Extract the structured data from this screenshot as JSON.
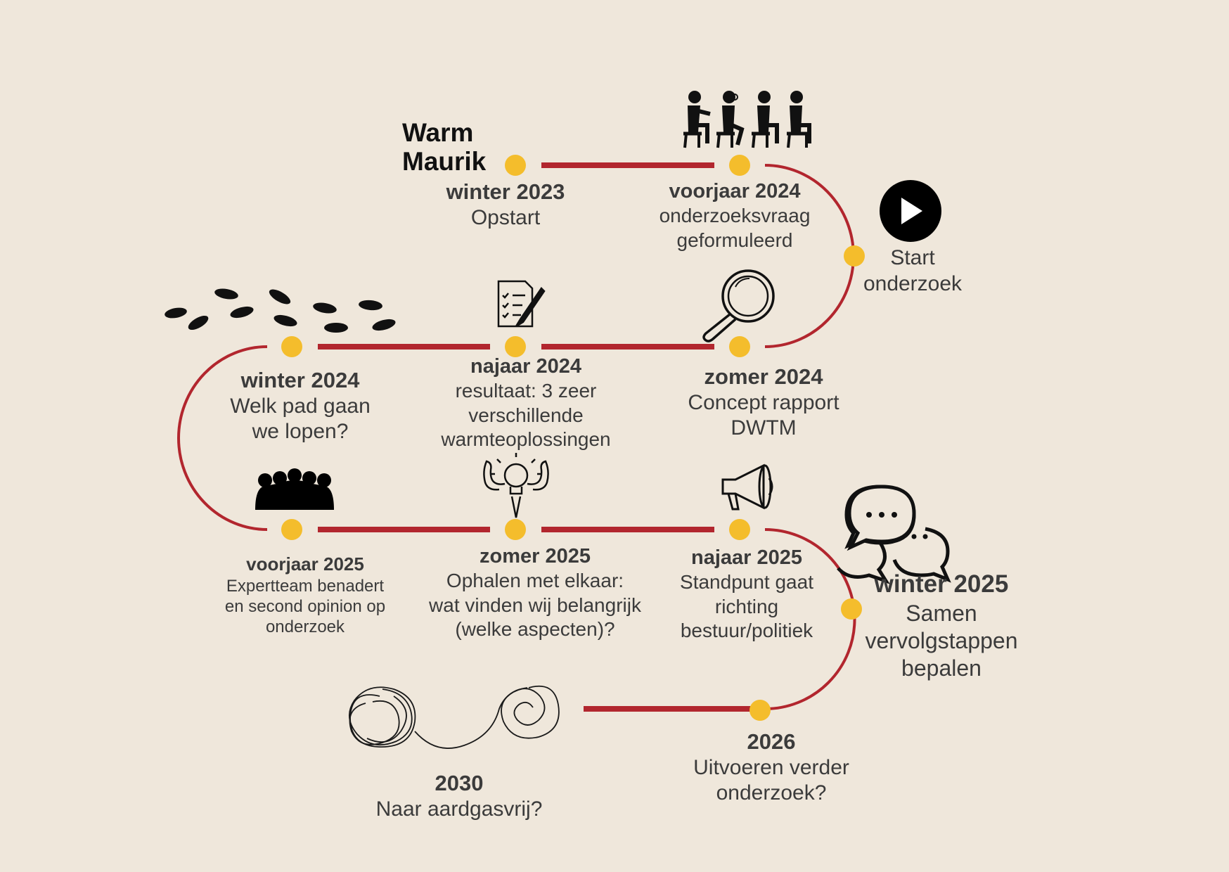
{
  "title_line1": "Warm",
  "title_line2": "Maurik",
  "colors": {
    "background": "#efe7db",
    "path": "#b2262e",
    "milestone_dot": "#f4bd2c",
    "text": "#3b3b3b",
    "icon": "#111111"
  },
  "milestones": [
    {
      "when": "winter 2023",
      "desc": [
        "Opstart"
      ],
      "icon": "none"
    },
    {
      "when": "voorjaar 2024",
      "desc": [
        "onderzoeksvraag",
        "geformuleerd"
      ],
      "icon": "people-meeting-icon"
    },
    {
      "when": "",
      "desc": [
        "Start",
        "onderzoek"
      ],
      "icon": "play-icon"
    },
    {
      "when": "zomer 2024",
      "desc": [
        "Concept rapport",
        "DWTM"
      ],
      "icon": "magnifier-icon"
    },
    {
      "when": "najaar 2024",
      "desc": [
        "resultaat: 3 zeer",
        "verschillende",
        "warmteoplossingen"
      ],
      "icon": "checklist-icon"
    },
    {
      "when": "winter 2024",
      "desc": [
        "Welk pad gaan",
        "we lopen?"
      ],
      "icon": "footsteps-icon"
    },
    {
      "when": "voorjaar 2025",
      "desc": [
        "Expertteam benadert",
        "en second opinion op",
        "onderzoek"
      ],
      "icon": "group-icon"
    },
    {
      "when": "zomer 2025",
      "desc": [
        "Ophalen met elkaar:",
        "wat vinden wij belangrijk",
        "(welke aspecten)?"
      ],
      "icon": "idea-icon"
    },
    {
      "when": "najaar 2025",
      "desc": [
        "Standpunt gaat",
        "richting",
        "bestuur/politiek"
      ],
      "icon": "megaphone-icon"
    },
    {
      "when": "winter 2025",
      "desc": [
        "Samen",
        "vervolgstappen",
        "bepalen"
      ],
      "icon": "chat-bubbles-icon"
    },
    {
      "when": "2026",
      "desc": [
        "Uitvoeren verder",
        "onderzoek?"
      ],
      "icon": "none"
    },
    {
      "when": "2030",
      "desc": [
        "Naar aardgasvrij?"
      ],
      "icon": "scribble-spiral-icon"
    }
  ]
}
